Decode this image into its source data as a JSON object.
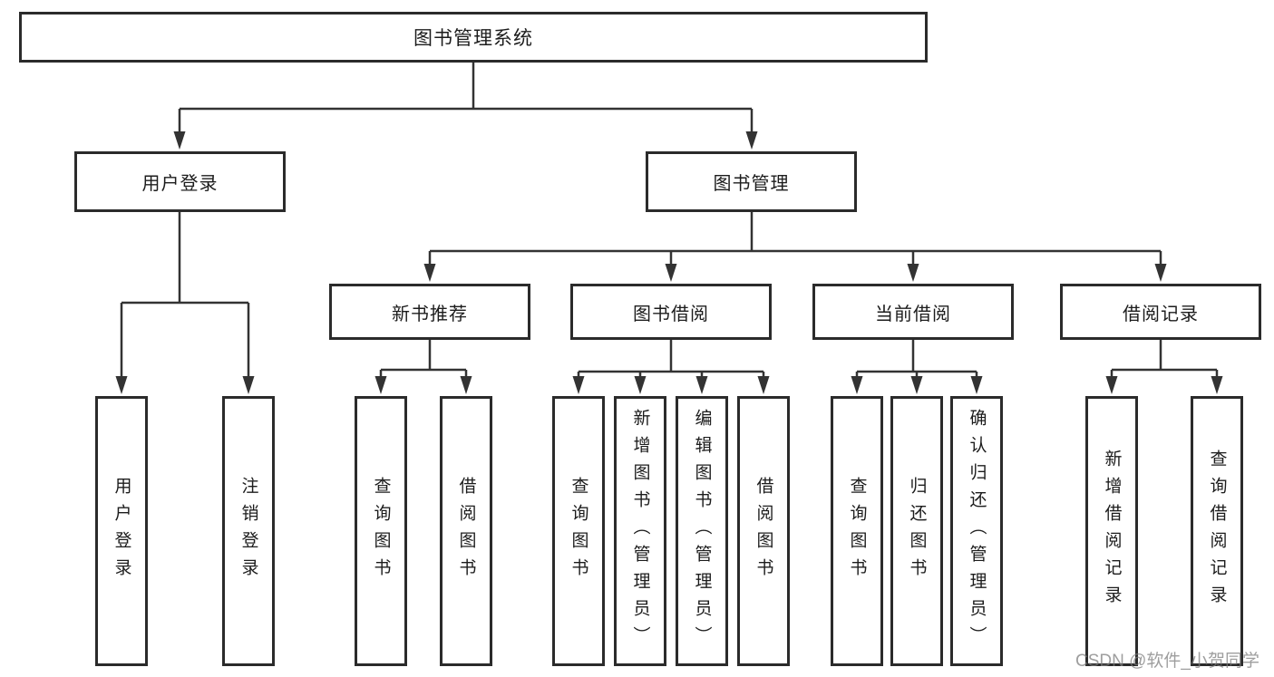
{
  "tree": {
    "label": "图书管理系统",
    "children": [
      {
        "label": "用户登录",
        "children": [
          {
            "label": "用户登录"
          },
          {
            "label": "注销登录"
          }
        ]
      },
      {
        "label": "图书管理",
        "children": [
          {
            "label": "新书推荐",
            "children": [
              {
                "label": "查询图书"
              },
              {
                "label": "借阅图书"
              }
            ]
          },
          {
            "label": "图书借阅",
            "children": [
              {
                "label": "查询图书"
              },
              {
                "label": "新增图书（管理员）"
              },
              {
                "label": "编辑图书（管理员）"
              },
              {
                "label": "借阅图书"
              }
            ]
          },
          {
            "label": "当前借阅",
            "children": [
              {
                "label": "查询图书"
              },
              {
                "label": "归还图书"
              },
              {
                "label": "确认归还（管理员）"
              }
            ]
          },
          {
            "label": "借阅记录",
            "children": [
              {
                "label": "新增借阅记录"
              },
              {
                "label": "查询借阅记录"
              }
            ]
          }
        ]
      }
    ]
  },
  "watermark": {
    "text": "CSDN @软件_小贺同学"
  },
  "colors": {
    "line": "#333333",
    "box_border": "#2b2b2b",
    "text": "#1c1c1c",
    "watermark": "#7d7d7d",
    "background": "#ffffff"
  }
}
